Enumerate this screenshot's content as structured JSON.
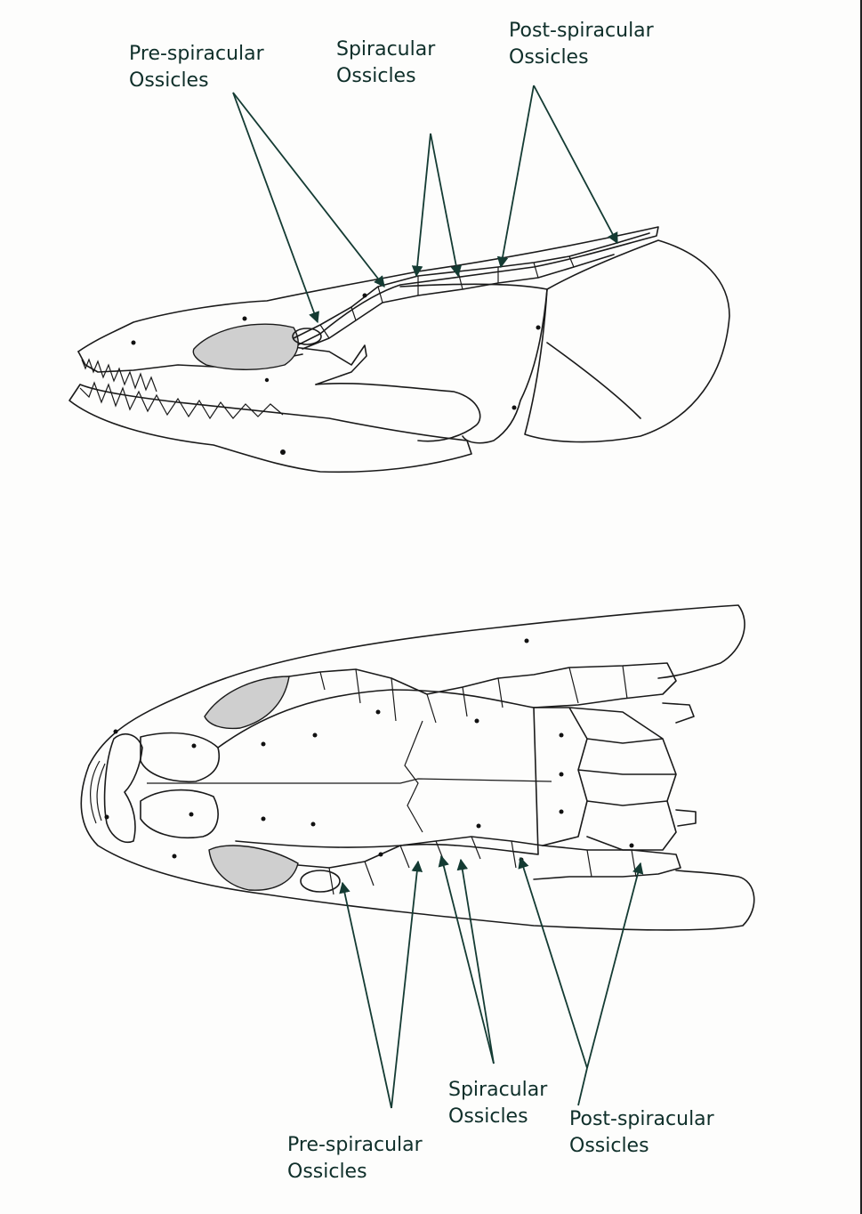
{
  "labels": {
    "lateral_pre": [
      "Pre-spiracular",
      "Ossicles"
    ],
    "lateral_spi": [
      "Spiracular",
      "Ossicles"
    ],
    "lateral_post": [
      "Post-spiracular",
      "Ossicles"
    ],
    "dorsal_spi": [
      "Spiracular",
      "Ossicles"
    ],
    "dorsal_post": [
      "Post-spiracular",
      "Ossicles"
    ],
    "dorsal_pre": [
      "Pre-spiracular",
      "Ossicles"
    ]
  },
  "colors": {
    "ink": "#1a1a1a",
    "leader": "#143b33",
    "label_text": "#0f2f2a",
    "shading": "#cfcfcf",
    "paper": "#fdfdfc"
  }
}
